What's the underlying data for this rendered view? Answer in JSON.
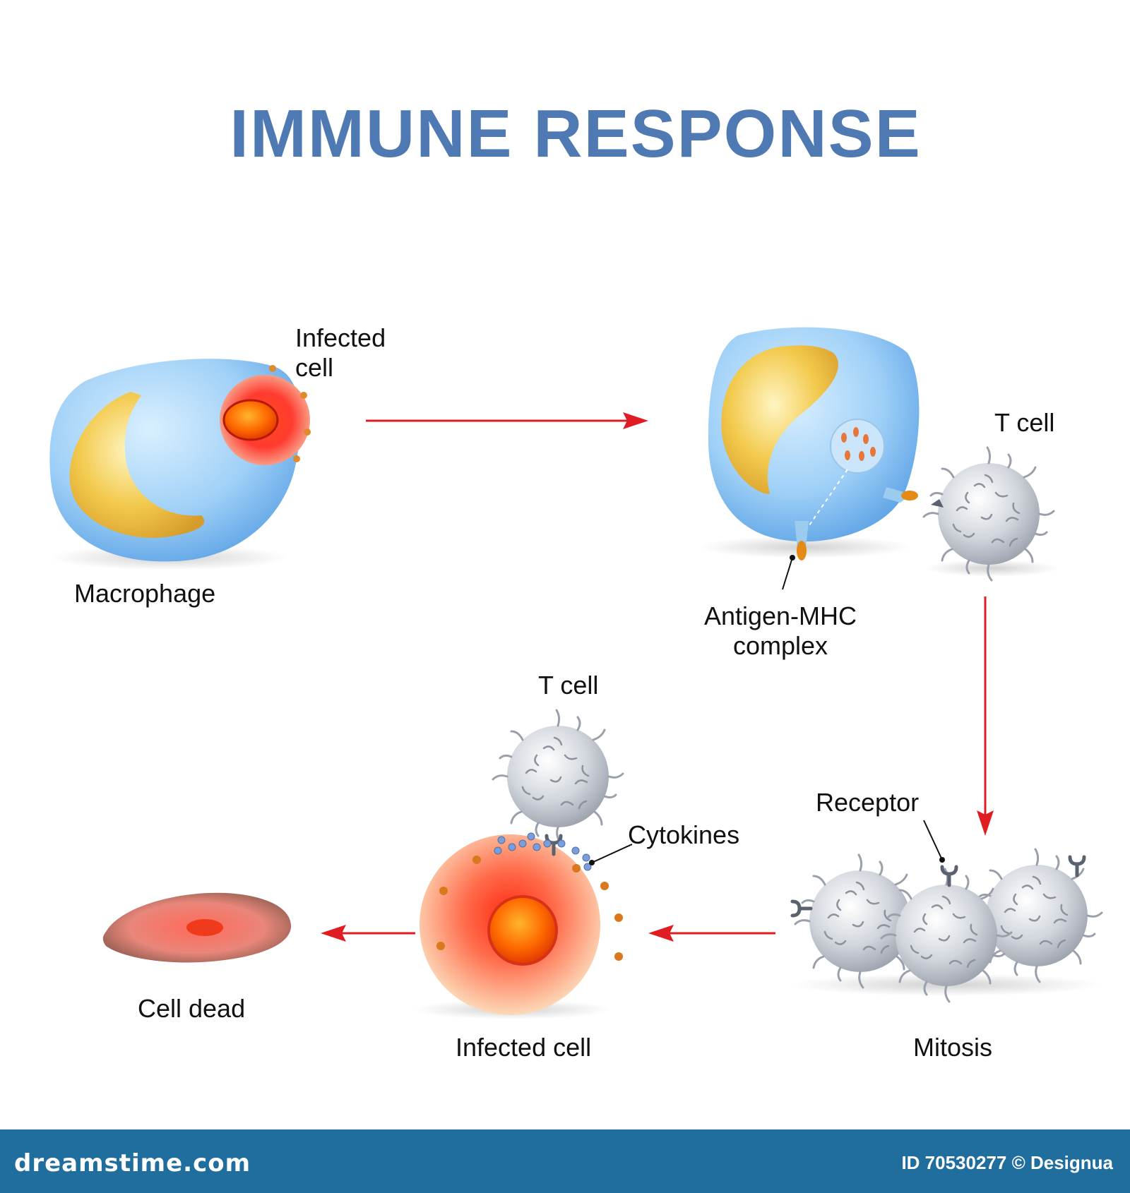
{
  "title": "IMMUNE RESPONSE",
  "labels": {
    "infected_cell_top": "Infected\ncell",
    "macrophage": "Macrophage",
    "t_cell_top": "T cell",
    "antigen_mhc": "Antigen-MHC\ncomplex",
    "t_cell_bottom": "T cell",
    "cytokines": "Cytokines",
    "receptor": "Receptor",
    "cell_dead": "Cell dead",
    "infected_cell_bottom": "Infected cell",
    "mitosis": "Mitosis"
  },
  "footer": {
    "brand": "dreamstime.com",
    "credit": "ID 70530277 © Designua"
  },
  "colors": {
    "title": "#4e79b3",
    "arrow": "#e11b22",
    "cell_blue": "#8ec8f4",
    "nucleus_yellow": "#f2c94c",
    "infected_red": "#f03a1c",
    "t_cell_grey": "#c9ced6",
    "footer_bg": "#1f6e9e"
  }
}
